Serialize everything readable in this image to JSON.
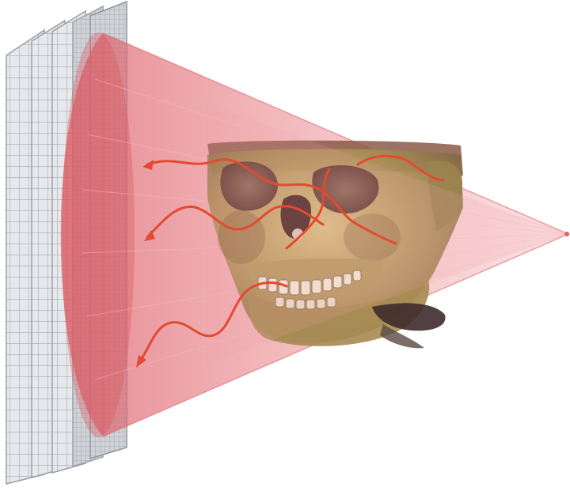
{
  "diagram": {
    "subject": "cone-beam-ct-scan",
    "components": [
      "x-ray-source",
      "x-ray-cone-beam",
      "patient-skull",
      "scattered-radiation",
      "flat-panel-detector"
    ],
    "colors": {
      "beam": "#e8747a",
      "beam_core": "#f4a3a6",
      "scatter": "#e0402a",
      "bone": "#b9a36a",
      "bone_shadow": "#6e4a3a",
      "detector": "#d9dbdf",
      "detector_grid": "#9da1a8"
    }
  }
}
